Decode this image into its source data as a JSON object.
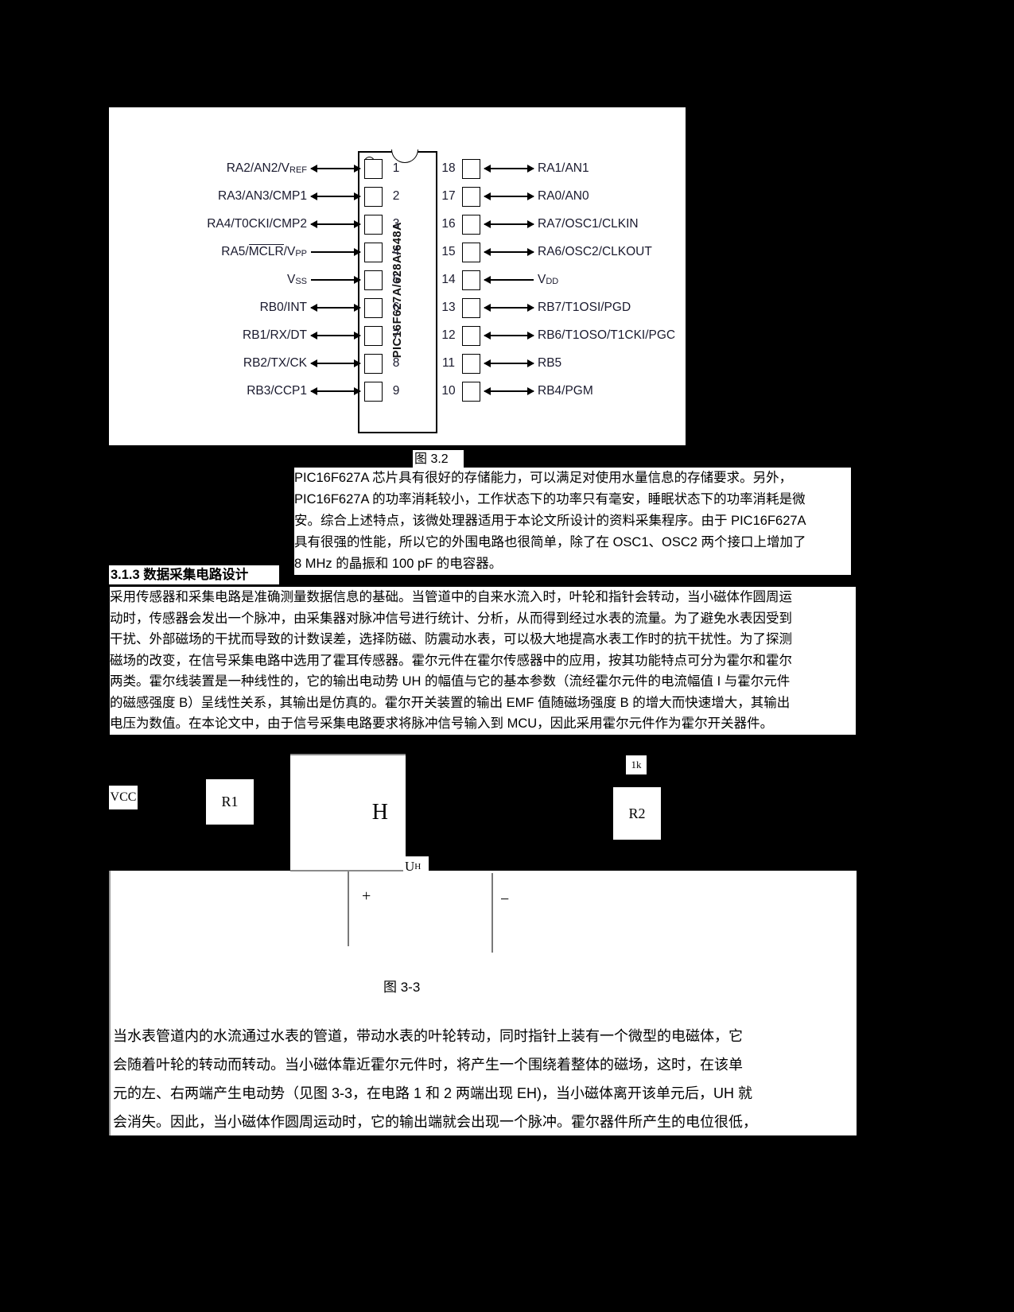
{
  "document": {
    "language": "zh-CN",
    "page_background": "#000000",
    "paper_color": "#ffffff"
  },
  "pinout_figure": {
    "chip_name": "PIC16F627A/628A/648A",
    "caption": "图 3.2",
    "left_pins": [
      {
        "num": "1",
        "label": "RA2/AN2/V",
        "sub": "REF",
        "arrow": "both"
      },
      {
        "num": "2",
        "label": "RA3/AN3/CMP1",
        "sub": "",
        "arrow": "both"
      },
      {
        "num": "3",
        "label": "RA4/T0CKI/CMP2",
        "sub": "",
        "arrow": "both"
      },
      {
        "num": "4",
        "label": "RA5/MCLR/V",
        "sub": "PP",
        "arrow": "right",
        "overline": "MCLR"
      },
      {
        "num": "5",
        "label": "V",
        "sub": "SS",
        "arrow": "right"
      },
      {
        "num": "6",
        "label": "RB0/INT",
        "sub": "",
        "arrow": "both"
      },
      {
        "num": "7",
        "label": "RB1/RX/DT",
        "sub": "",
        "arrow": "both"
      },
      {
        "num": "8",
        "label": "RB2/TX/CK",
        "sub": "",
        "arrow": "both"
      },
      {
        "num": "9",
        "label": "RB3/CCP1",
        "sub": "",
        "arrow": "both"
      }
    ],
    "right_pins": [
      {
        "num": "18",
        "label": "RA1/AN1",
        "sub": "",
        "arrow": "both"
      },
      {
        "num": "17",
        "label": "RA0/AN0",
        "sub": "",
        "arrow": "both"
      },
      {
        "num": "16",
        "label": "RA7/OSC1/CLKIN",
        "sub": "",
        "arrow": "both"
      },
      {
        "num": "15",
        "label": "RA6/OSC2/CLKOUT",
        "sub": "",
        "arrow": "both"
      },
      {
        "num": "14",
        "label": "V",
        "sub": "DD",
        "arrow": "left"
      },
      {
        "num": "13",
        "label": "RB7/T1OSI/PGD",
        "sub": "",
        "arrow": "both"
      },
      {
        "num": "12",
        "label": "RB6/T1OSO/T1CKI/PGC",
        "sub": "",
        "arrow": "both"
      },
      {
        "num": "11",
        "label": "RB5",
        "sub": "",
        "arrow": "both"
      },
      {
        "num": "10",
        "label": "RB4/PGM",
        "sub": "",
        "arrow": "both"
      }
    ]
  },
  "paragraph_1": "PIC16F627A 芯片具有很好的存储能力，可以满足对使用水量信息的存储要求。另外，\nPIC16F627A 的功率消耗较小，工作状态下的功率只有毫安，睡眠状态下的功率消耗是微\n安。综合上述特点，该微处理器适用于本论文所设计的资料采集程序。由于 PIC16F627A\n具有很强的性能，所以它的外围电路也很简单，除了在 OSC1、OSC2 两个接口上增加了\n8 MHz 的晶振和 100 pF 的电容器。",
  "section_heading": "3.1.3 数据采集电路设计",
  "paragraph_2": "采用传感器和采集电路是准确测量数据信息的基础。当管道中的自来水流入时，叶轮和指针会转动，当小磁体作圆周运\n动时，传感器会发出一个脉冲，由采集器对脉冲信号进行统计、分析，从而得到经过水表的流量。为了避免水表因受到\n干扰、外部磁场的干扰而导致的计数误差，选择防磁、防震动水表，可以极大地提高水表工作时的抗干扰性。为了探测\n磁场的改变，在信号采集电路中选用了霍耳传感器。霍尔元件在霍尔传感器中的应用，按其功能特点可分为霍尔和霍尔\n两类。霍尔线装置是一种线性的，它的输出电动势 UH 的幅值与它的基本参数（流经霍尔元件的电流幅值 I 与霍尔元件\n的磁感强度 B）呈线性关系，其输出是仿真的。霍尔开关装置的输出 EMF 值随磁场强度 B 的增大而快速增大，其输出\n电压为数值。在本论文中，由于信号采集电路要求将脉冲信号输入到 MCU，因此采用霍尔元件作为霍尔开关器件。",
  "hall_figure": {
    "vcc_label": "VCC",
    "r1_label": "R1",
    "r2_label": "R2",
    "r2_value": "1k",
    "hall_core_letter": "H",
    "uh_label": "U",
    "uh_sub": "H",
    "plus_sign": "+",
    "minus_sign": "−",
    "caption": "图 3-3"
  },
  "paragraph_3": "当水表管道内的水流通过水表的管道，带动水表的叶轮转动，同时指针上装有一个微型的电磁体，它\n会随着叶轮的转动而转动。当小磁体靠近霍尔元件时，将产生一个围绕着整体的磁场，这时，在该单\n元的左、右两端产生电动势（见图 3-3，在电路 1 和 2 两端出现 EH)，当小磁体离开该单元后，UH 就\n会消失。因此，当小磁体作圆周运动时，它的输出端就会出现一个脉冲。霍尔器件所产生的电位很低，"
}
